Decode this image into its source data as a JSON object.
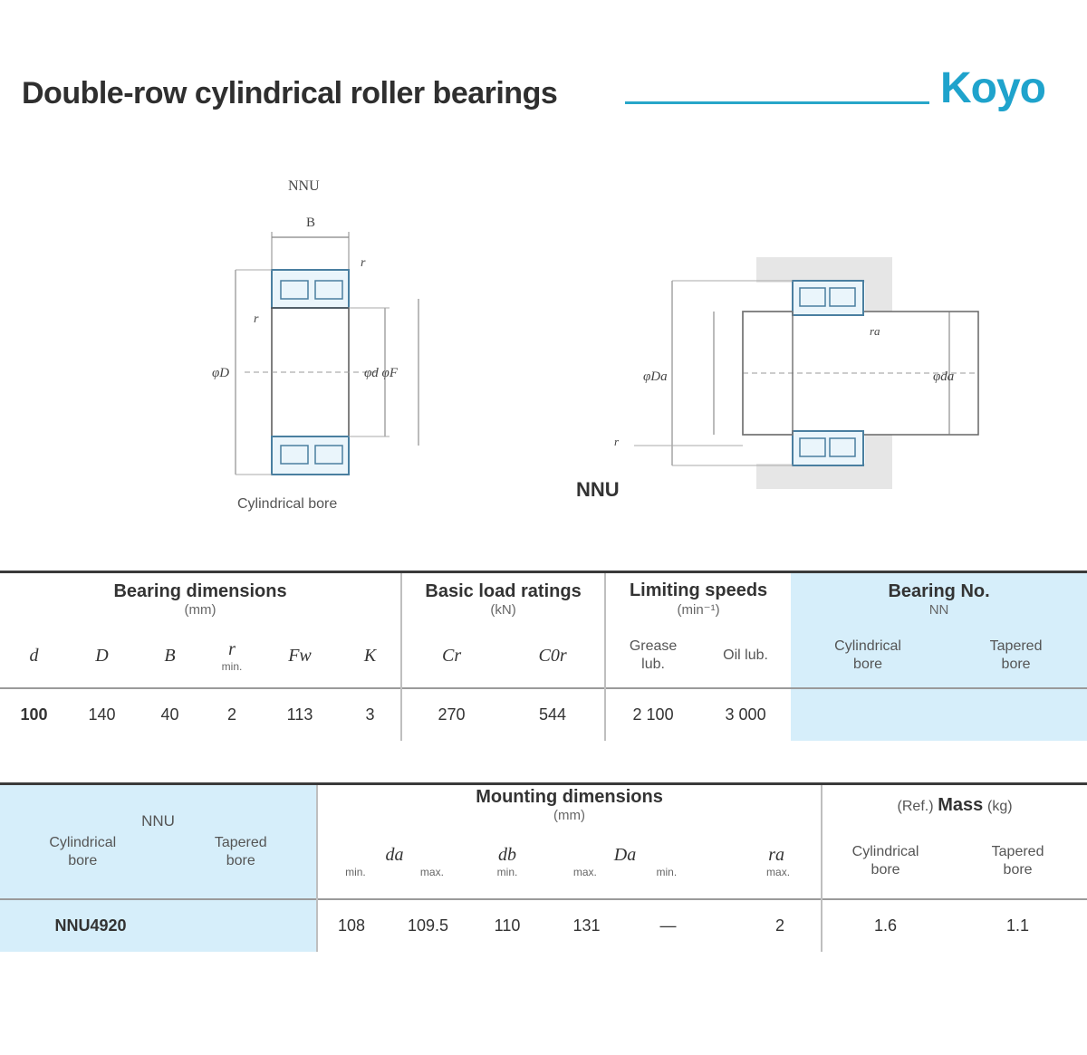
{
  "header": {
    "title": "Double-row cylindrical roller bearings",
    "brand": "Koyo"
  },
  "figures": {
    "left_label_top": "NNU",
    "left_dim_B": "B",
    "left_dim_r1": "r",
    "left_dim_r2": "r",
    "left_dim_phiD": "φD",
    "left_dim_inner": "φd φF",
    "left_caption": "Cylindrical bore",
    "right_dim_Da": "φDa",
    "right_dim_da": "φda",
    "right_dim_ra": "ra",
    "right_dim_r": "r",
    "stamp": "NNU"
  },
  "table1": {
    "bearing_dimensions": {
      "title": "Bearing dimensions",
      "unit": "(mm)"
    },
    "basic_ratings": {
      "title": "Basic load ratings",
      "unit": "(kN)"
    },
    "limiting_speeds": {
      "title": "Limiting speeds",
      "unit": "(min⁻¹)"
    },
    "bearing_no": {
      "title": "Bearing No.",
      "sub": "NN"
    },
    "cols": {
      "d": "d",
      "D": "D",
      "B": "B",
      "r": "r",
      "r_min": "min.",
      "Fw": "Fw",
      "K": "K",
      "Cr": "Cr",
      "C0r": "C0r",
      "grease": "Grease",
      "grease2": "lub.",
      "oil": "Oil lub.",
      "cyl_bore": "Cylindrical",
      "cyl_bore2": "bore",
      "tap_bore": "Tapered",
      "tap_bore2": "bore"
    },
    "row": {
      "d": "100",
      "D": "140",
      "B": "40",
      "r": "2",
      "Fw": "113",
      "K": "3",
      "Cr": "270",
      "C0r": "544",
      "grease": "2 100",
      "oil": "3 000",
      "cyl_bore": "",
      "tap_bore": ""
    }
  },
  "table2": {
    "nnu": {
      "title": "NNU",
      "cyl": "Cylindrical",
      "cyl2": "bore",
      "tap": "Tapered",
      "tap2": "bore"
    },
    "mounting": {
      "title": "Mounting dimensions",
      "unit": "(mm)"
    },
    "mass": {
      "title": "Mass",
      "prefix": "(Ref.)",
      "unit": "(kg)",
      "cyl": "Cylindrical",
      "cyl2": "bore",
      "tap": "Tapered",
      "tap2": "bore"
    },
    "cols": {
      "da": "da",
      "da_min": "min.",
      "da_max": "max.",
      "db": "db",
      "db_min": "min.",
      "Da": "Da",
      "Da_max": "max.",
      "Da_min": "min.",
      "ra": "ra",
      "ra_max": "max."
    },
    "row": {
      "nnu_cyl": "NNU4920",
      "nnu_tap": "",
      "da_min": "108",
      "da_max": "109.5",
      "db_min": "110",
      "Da_max": "131",
      "Da_min": "—",
      "ra_max": "2",
      "mass_cyl": "1.6",
      "mass_tap": "1.1"
    }
  }
}
